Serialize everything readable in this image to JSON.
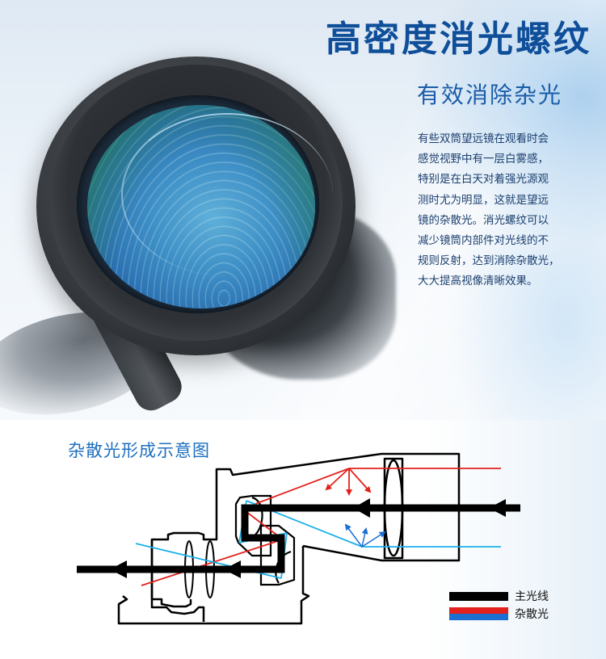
{
  "header": {
    "title": "高密度消光螺纹",
    "subtitle": "有效消除杂光"
  },
  "description": {
    "lines": [
      "有些双筒望远镜在观看时会",
      "感觉视野中有一层白雾感，",
      "特别是在白天对着强光源观",
      "测时尤为明显，这就是望远",
      "镜的杂散光。消光螺纹可以",
      "减少镜筒内部件对光线的不",
      "规则反射，达到消除杂散光，",
      "大大提高视像清晰效果。"
    ]
  },
  "product_image": {
    "subject": "binocular-eyepiece-with-light-baffling-threads"
  },
  "diagram": {
    "title": "杂散光形成示意图",
    "colors": {
      "main_light": "#000000",
      "stray_red": "#e2211c",
      "stray_blue": "#1ab0e8",
      "stray_arrow_blue": "#1a6fd1",
      "outline": "#000000"
    },
    "legend": [
      {
        "label": "主光线",
        "type": "main"
      },
      {
        "label": "杂散光",
        "type": "stray"
      }
    ]
  },
  "colors": {
    "title": "#0f4f9a",
    "subtitle": "#1a5ca8",
    "body_text": "#1b3f6e",
    "diagram_title": "#1d6fbf"
  }
}
